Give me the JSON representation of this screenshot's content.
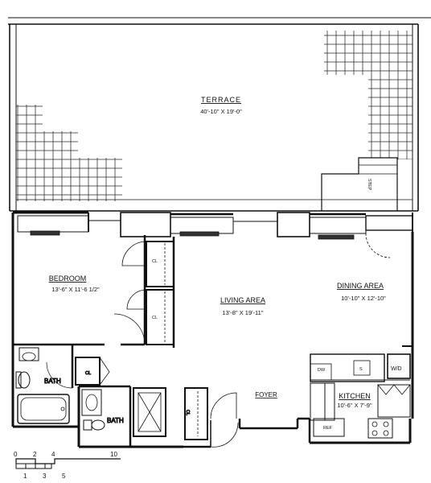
{
  "rooms": {
    "terrace": {
      "name": "TERRACE",
      "dims": "40'-10\" X 19'-0\""
    },
    "bedroom": {
      "name": "BEDROOM",
      "dims": "13'-6\" X 11'-6 1/2\""
    },
    "living": {
      "name": "LIVING AREA",
      "dims": "13'-8\" X 19'-11\""
    },
    "dining": {
      "name": "DINING AREA",
      "dims": "10'-10\" X 12'-10\""
    },
    "kitchen": {
      "name": "KITCHEN",
      "dims": "10'-6\" X 7'-9\""
    },
    "foyer": {
      "name": "FOYER"
    },
    "bath1": {
      "name": "BATH"
    },
    "bath2": {
      "name": "BATH"
    }
  },
  "fixtures": {
    "closet": "CL",
    "wd": "W/D",
    "dw": "DW",
    "sink": "S",
    "ref": "REF",
    "step": "STEP"
  },
  "scale": {
    "top": [
      "0",
      "2",
      "4",
      "10"
    ],
    "bottom": [
      "1",
      "3",
      "5"
    ]
  }
}
